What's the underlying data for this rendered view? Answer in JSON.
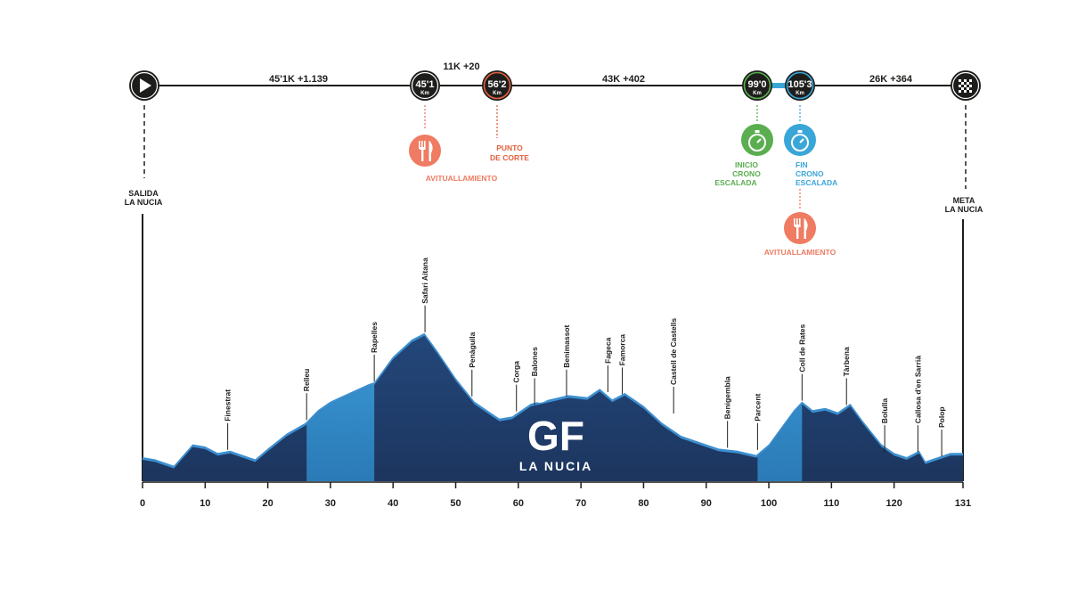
{
  "header": {
    "start": {
      "label_line1": "SALIDA",
      "label_line2": "LA NUCIA"
    },
    "finish": {
      "label_line1": "META",
      "label_line2": "LA NUCIA"
    },
    "nodes": [
      {
        "id": "n1",
        "value": "45'1",
        "unit": "Km",
        "km": 45.1,
        "style": "dark"
      },
      {
        "id": "n2",
        "value": "56'2",
        "unit": "Km",
        "km": 56.2,
        "style": "cut"
      },
      {
        "id": "n3",
        "value": "99'0",
        "unit": "Km",
        "km": 99.0,
        "style": "dark"
      },
      {
        "id": "n4",
        "value": "105'3",
        "unit": "Km",
        "km": 105.3,
        "style": "dark"
      }
    ],
    "segments": [
      {
        "id": "s1",
        "label": "45'1K  +1.139"
      },
      {
        "id": "s2",
        "label": "11K  +20"
      },
      {
        "id": "s3",
        "label": "43K  +402"
      },
      {
        "id": "s4",
        "label": "26K  +364"
      }
    ],
    "events": [
      {
        "id": "ev1",
        "icon": "fork-knife-icon",
        "lines": [
          "AVITUALLAMIENTO"
        ],
        "color": "#ee7b62"
      },
      {
        "id": "ev2",
        "icon": "",
        "lines": [
          "PUNTO",
          "DE CORTE"
        ],
        "color": "#e2603d"
      },
      {
        "id": "ev3",
        "icon": "stopwatch-icon",
        "lines": [
          "INICIO",
          "CRONO",
          "ESCALADA"
        ],
        "color": "#5aae4f"
      },
      {
        "id": "ev4",
        "icon": "stopwatch-icon",
        "lines": [
          "FIN",
          "CRONO",
          "ESCALADA"
        ],
        "color": "#3aa6d8"
      },
      {
        "id": "ev5",
        "icon": "fork-knife-icon",
        "lines": [
          "AVITUALLAMIENTO"
        ],
        "color": "#ee7b62"
      }
    ]
  },
  "logo": {
    "mark": "GF",
    "subtitle": "LA NUCIA"
  },
  "colors": {
    "profile_dark": "#1f3c6b",
    "profile_light": "#2f8ac4",
    "profile_edge": "#3c8fd0",
    "line": "#1d1d1b",
    "crono_link": "#3aa6d8"
  },
  "chart_data": {
    "type": "area",
    "title": "",
    "xlabel": "",
    "ylabel": "",
    "xlim": [
      0,
      131
    ],
    "ylim": [
      0,
      100
    ],
    "x_ticks": [
      0,
      10,
      20,
      30,
      40,
      50,
      60,
      70,
      80,
      90,
      100,
      110,
      120,
      131
    ],
    "x_tick_labels": [
      "0",
      "10",
      "20",
      "30",
      "40",
      "50",
      "60",
      "70",
      "80",
      "90",
      "100",
      110,
      "120",
      "131"
    ],
    "profile": {
      "x": [
        0,
        2,
        5,
        8,
        10,
        12,
        14,
        16,
        18,
        20,
        23,
        26,
        28,
        30,
        33,
        36,
        37,
        40,
        43,
        45,
        47,
        50,
        53,
        55,
        57,
        59,
        62,
        65,
        68,
        71,
        73,
        75,
        77,
        80,
        83,
        86,
        89,
        92,
        95,
        98,
        100,
        102,
        104,
        105.3,
        107,
        109,
        111,
        113,
        115,
        118,
        120,
        122,
        124,
        125,
        127,
        129,
        131
      ],
      "y": [
        10,
        9,
        6,
        16,
        15,
        12,
        13,
        11,
        9,
        14,
        21,
        26,
        32,
        36,
        40,
        44,
        45,
        57,
        65,
        68,
        60,
        47,
        36,
        32,
        28,
        29,
        35,
        37,
        39,
        38,
        42,
        37,
        40,
        34,
        26,
        20,
        17,
        14,
        13,
        11,
        16,
        24,
        32,
        36,
        32,
        33,
        31,
        35,
        27,
        16,
        12,
        10,
        13,
        8,
        10,
        12,
        12
      ]
    },
    "highlighted_ranges": [
      {
        "from": 26.2,
        "to": 37.0
      },
      {
        "from": 98.2,
        "to": 105.3
      }
    ],
    "annotations": [
      {
        "label": "Finestrat",
        "x": 13.6,
        "y": 13
      },
      {
        "label": "Relleu",
        "x": 26.2,
        "y": 27
      },
      {
        "label": "Rapelles",
        "x": 37.0,
        "y": 45
      },
      {
        "label": "Safari Aitana",
        "x": 45.1,
        "y": 68
      },
      {
        "label": "Penàguila",
        "x": 52.6,
        "y": 38
      },
      {
        "label": "Corga",
        "x": 59.7,
        "y": 31
      },
      {
        "label": "Balones",
        "x": 62.6,
        "y": 34
      },
      {
        "label": "Benimassot",
        "x": 67.7,
        "y": 38
      },
      {
        "label": "Fageca",
        "x": 74.3,
        "y": 40
      },
      {
        "label": "Famorca",
        "x": 76.6,
        "y": 39
      },
      {
        "label": "Castell de Castells",
        "x": 84.8,
        "y": 30
      },
      {
        "label": "Benigembla",
        "x": 93.4,
        "y": 14
      },
      {
        "label": "Parcent",
        "x": 98.2,
        "y": 13
      },
      {
        "label": "Coll de Rates",
        "x": 105.3,
        "y": 36
      },
      {
        "label": "Tàrbena",
        "x": 112.4,
        "y": 34
      },
      {
        "label": "Bolulla",
        "x": 118.5,
        "y": 12
      },
      {
        "label": "Callosa d'en Sarrià",
        "x": 123.8,
        "y": 12
      },
      {
        "label": "Polop",
        "x": 127.6,
        "y": 10
      }
    ]
  }
}
